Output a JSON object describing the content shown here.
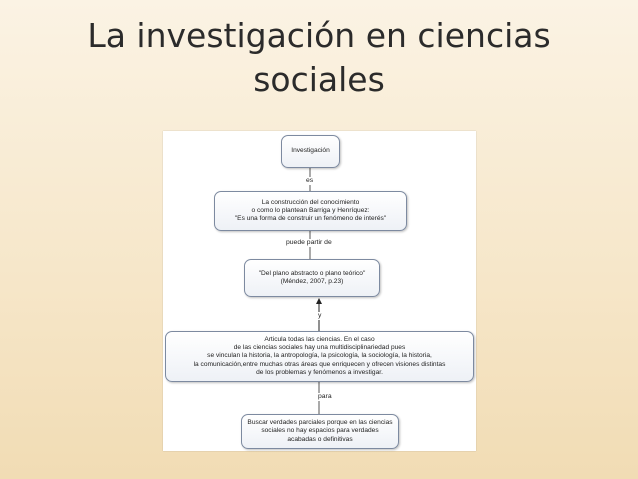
{
  "slide": {
    "title_line1": "La investigación en ciencias",
    "title_line2": "sociales"
  },
  "diagram": {
    "nodes": {
      "investigacion": {
        "lines": [
          "Investigación"
        ]
      },
      "construccion": {
        "lines": [
          "La construcción del conocimiento",
          "o como lo plantean Barriga y Henríquez:",
          "\"Es una forma de construir un fenómeno de interés\""
        ]
      },
      "plano": {
        "lines": [
          "\"Del plano abstracto o plano teórico\"",
          "(Méndez, 2007, p.23)"
        ]
      },
      "articula": {
        "lines": [
          "Articula todas las ciencias. En el caso",
          "de las ciencias sociales hay una multidisciplinariedad pues",
          "se vinculan la historia, la antropología, la psicología, la sociología, la historia,",
          "la comunicación,entre muchas otras áreas que enriquecen y ofrecen visiones distintas",
          "de los problemas y fenómenos a investigar."
        ]
      },
      "buscar": {
        "lines": [
          "Buscar verdades parciales porque en las ciencias",
          "sociales no hay espacios para verdades",
          "acabadas o definitivas"
        ]
      }
    },
    "link_labels": {
      "es": "es",
      "puede_partir_de": "puede partir de",
      "y": "y",
      "para": "para"
    }
  }
}
